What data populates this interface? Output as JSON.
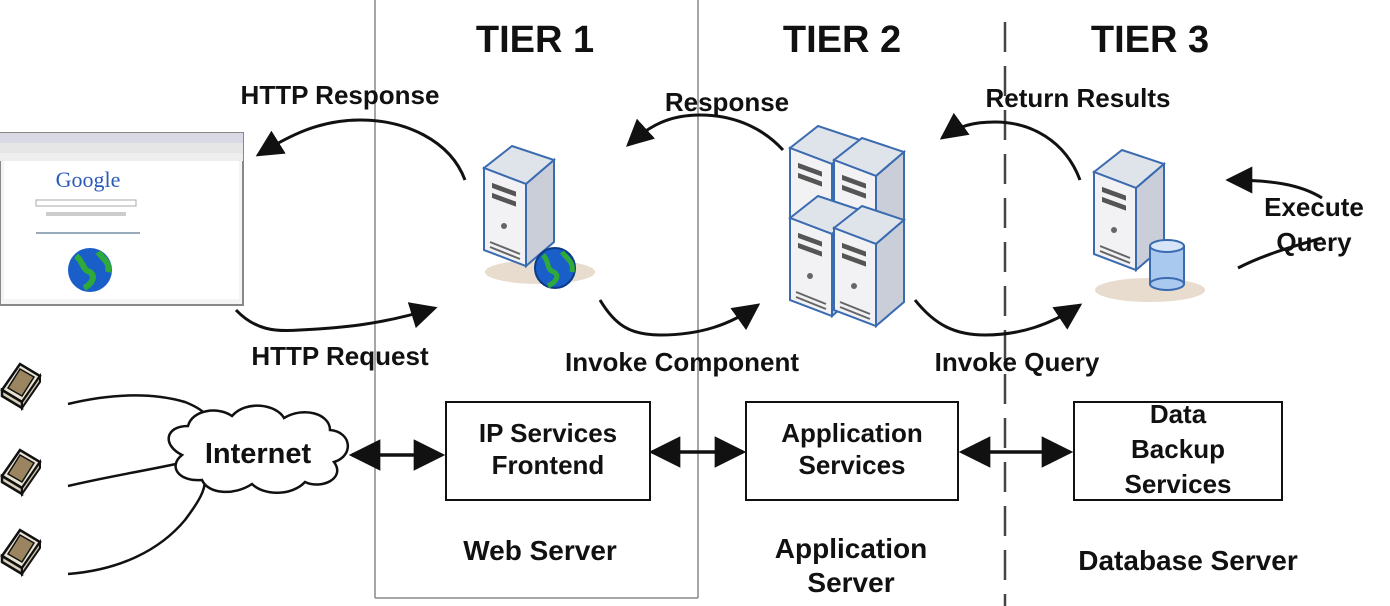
{
  "tiers": [
    "TIER 1",
    "TIER 2",
    "TIER 3"
  ],
  "flow_labels": {
    "http_response": "HTTP Response",
    "response": "Response",
    "return_results": "Return Results",
    "execute_query_line1": "Execute",
    "execute_query_line2": "Query",
    "http_request": "HTTP Request",
    "invoke_component": "Invoke Component",
    "invoke_query": "Invoke Query"
  },
  "network": {
    "cloud_label": "Internet"
  },
  "boxes": {
    "frontend": [
      "IP Services",
      "Frontend"
    ],
    "app_services": [
      "Application",
      "Services"
    ],
    "backup": [
      "Data",
      "Backup",
      "Services"
    ]
  },
  "captions": {
    "web_server": "Web Server",
    "app_server": [
      "Application",
      "Server"
    ],
    "db_server": "Database Server"
  },
  "browser": {
    "logo_text": "Google"
  },
  "colors": {
    "line": "#111111",
    "server_face": "#f2f2f5",
    "server_side": "#c9ced8",
    "server_outline": "#3a6ab0",
    "globe_blue": "#1a5fc9",
    "globe_green": "#2faa3a",
    "cylinder": "#a9c9ee"
  }
}
